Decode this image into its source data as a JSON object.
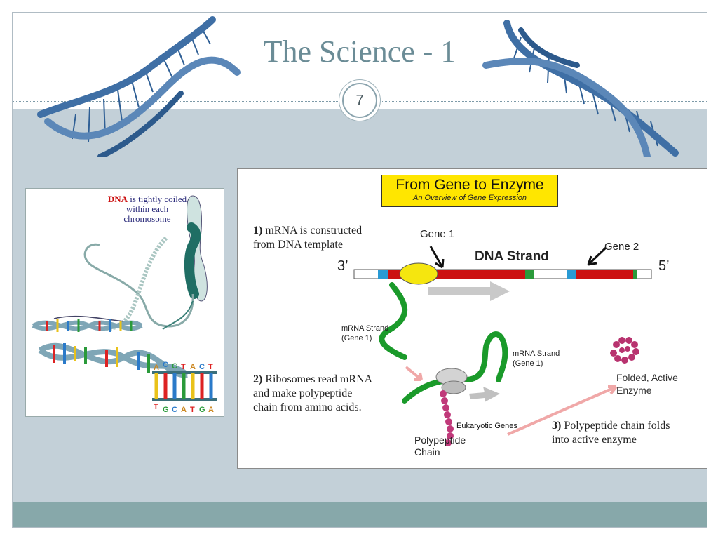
{
  "slide": {
    "title": "The Science - 1",
    "page_number": "7"
  },
  "left_figure": {
    "dna_word": "DNA",
    "caption_rest": "is tightly coiled within each chromosome",
    "bases_top": [
      "A",
      "C",
      "G",
      "T",
      "A",
      "C",
      "T"
    ],
    "bases_bottom": [
      "T",
      "G",
      "C",
      "A",
      "T",
      "G",
      "A"
    ]
  },
  "right_figure": {
    "title": "From Gene to Enzyme",
    "subtitle": "An Overview of Gene Expression",
    "step1_num": "1)",
    "step1_text_line1": "mRNA is constructed",
    "step1_text_line2": "from DNA template",
    "gene1_label": "Gene 1",
    "gene2_label": "Gene 2",
    "dna_strand_label": "DNA Strand",
    "end_3": "3’",
    "end_5": "5’",
    "mrna_strand_label_1": "mRNA Strand",
    "mrna_gene_1": "(Gene 1)",
    "mrna_strand_label_2": "mRNA Strand",
    "mrna_gene_2": "(Gene 1)",
    "step2_num": "2)",
    "step2_line1": "Ribosomes read mRNA",
    "step2_line2": "and make polypeptide",
    "step2_line3": "chain from amino acids.",
    "folded_label_1": "Folded, Active",
    "folded_label_2": "Enzyme",
    "overlay_label": "Eukaryotic Genes",
    "polypeptide_1": "Polypeptide",
    "polypeptide_2": "Chain",
    "step3_num": "3)",
    "step3_line1": "Polypeptide chain folds",
    "step3_line2": "into active enzyme"
  },
  "colors": {
    "title": "#6b8c96",
    "background": "#c3d0d8",
    "footer": "#87a8aa",
    "helix": "#3f6fa5",
    "dna_red": "#cc1111",
    "mrna_green": "#1a9a2a",
    "highlight_yellow": "#ffe600"
  }
}
